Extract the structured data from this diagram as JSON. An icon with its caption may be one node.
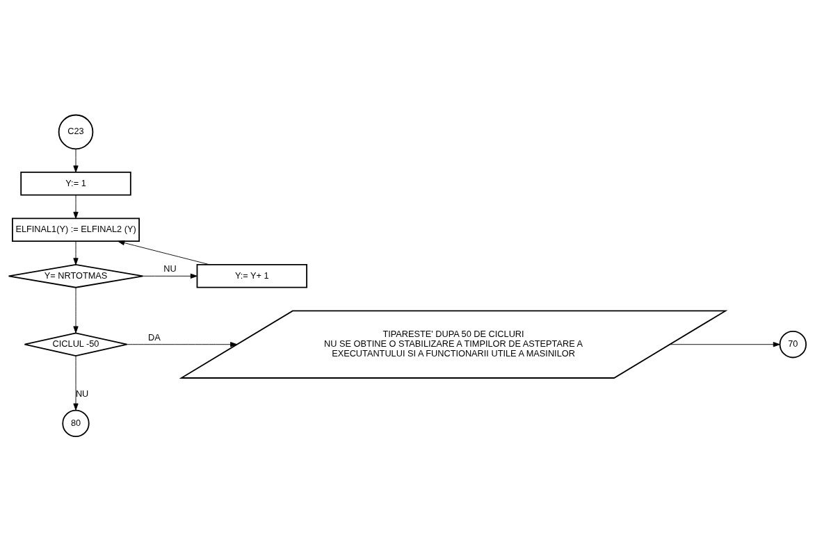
{
  "diagram": {
    "nodes": [
      {
        "text": [
          "C23"
        ]
      },
      {
        "text": [
          "Y:= 1"
        ]
      },
      {
        "text": [
          "ELFINAL1(Y) := ELFINAL2 (Y)"
        ]
      },
      {
        "text": [
          "Y= NRTOTMAS"
        ]
      },
      {
        "text": [
          "Y:= Y+ 1"
        ]
      },
      {
        "text": [
          "CICLUL -50"
        ]
      },
      {
        "text": [
          "TIPARESTE' DUPA 50 DE CICLURI",
          "NU SE OBTINE O STABILIZARE A TIMPILOR DE ASTEPTARE A EXECUTANTULUI SI A FUNCTIONARII UTILE A MASINILOR"
        ]
      },
      {
        "text": [
          "70"
        ]
      },
      {
        "text": [
          "80"
        ]
      }
    ],
    "edges": [
      {
        "from": 0,
        "to": 1,
        "arrow": "to"
      },
      {
        "from": 1,
        "to": 2,
        "arrow": "to"
      },
      {
        "from": 2,
        "to": 3,
        "arrow": "to"
      },
      {
        "from": 3,
        "to": 4,
        "arrow": "to",
        "label": "NU"
      },
      {
        "from": 4,
        "to": 2,
        "arrow": "to"
      },
      {
        "from": 3,
        "to": 5,
        "arrow": "to"
      },
      {
        "from": 5,
        "to": 6,
        "arrow": "to",
        "label": "DA"
      },
      {
        "from": 6,
        "to": 7,
        "arrow": "to"
      },
      {
        "from": 5,
        "to": 8,
        "arrow": "to",
        "label": "NU"
      }
    ]
  }
}
